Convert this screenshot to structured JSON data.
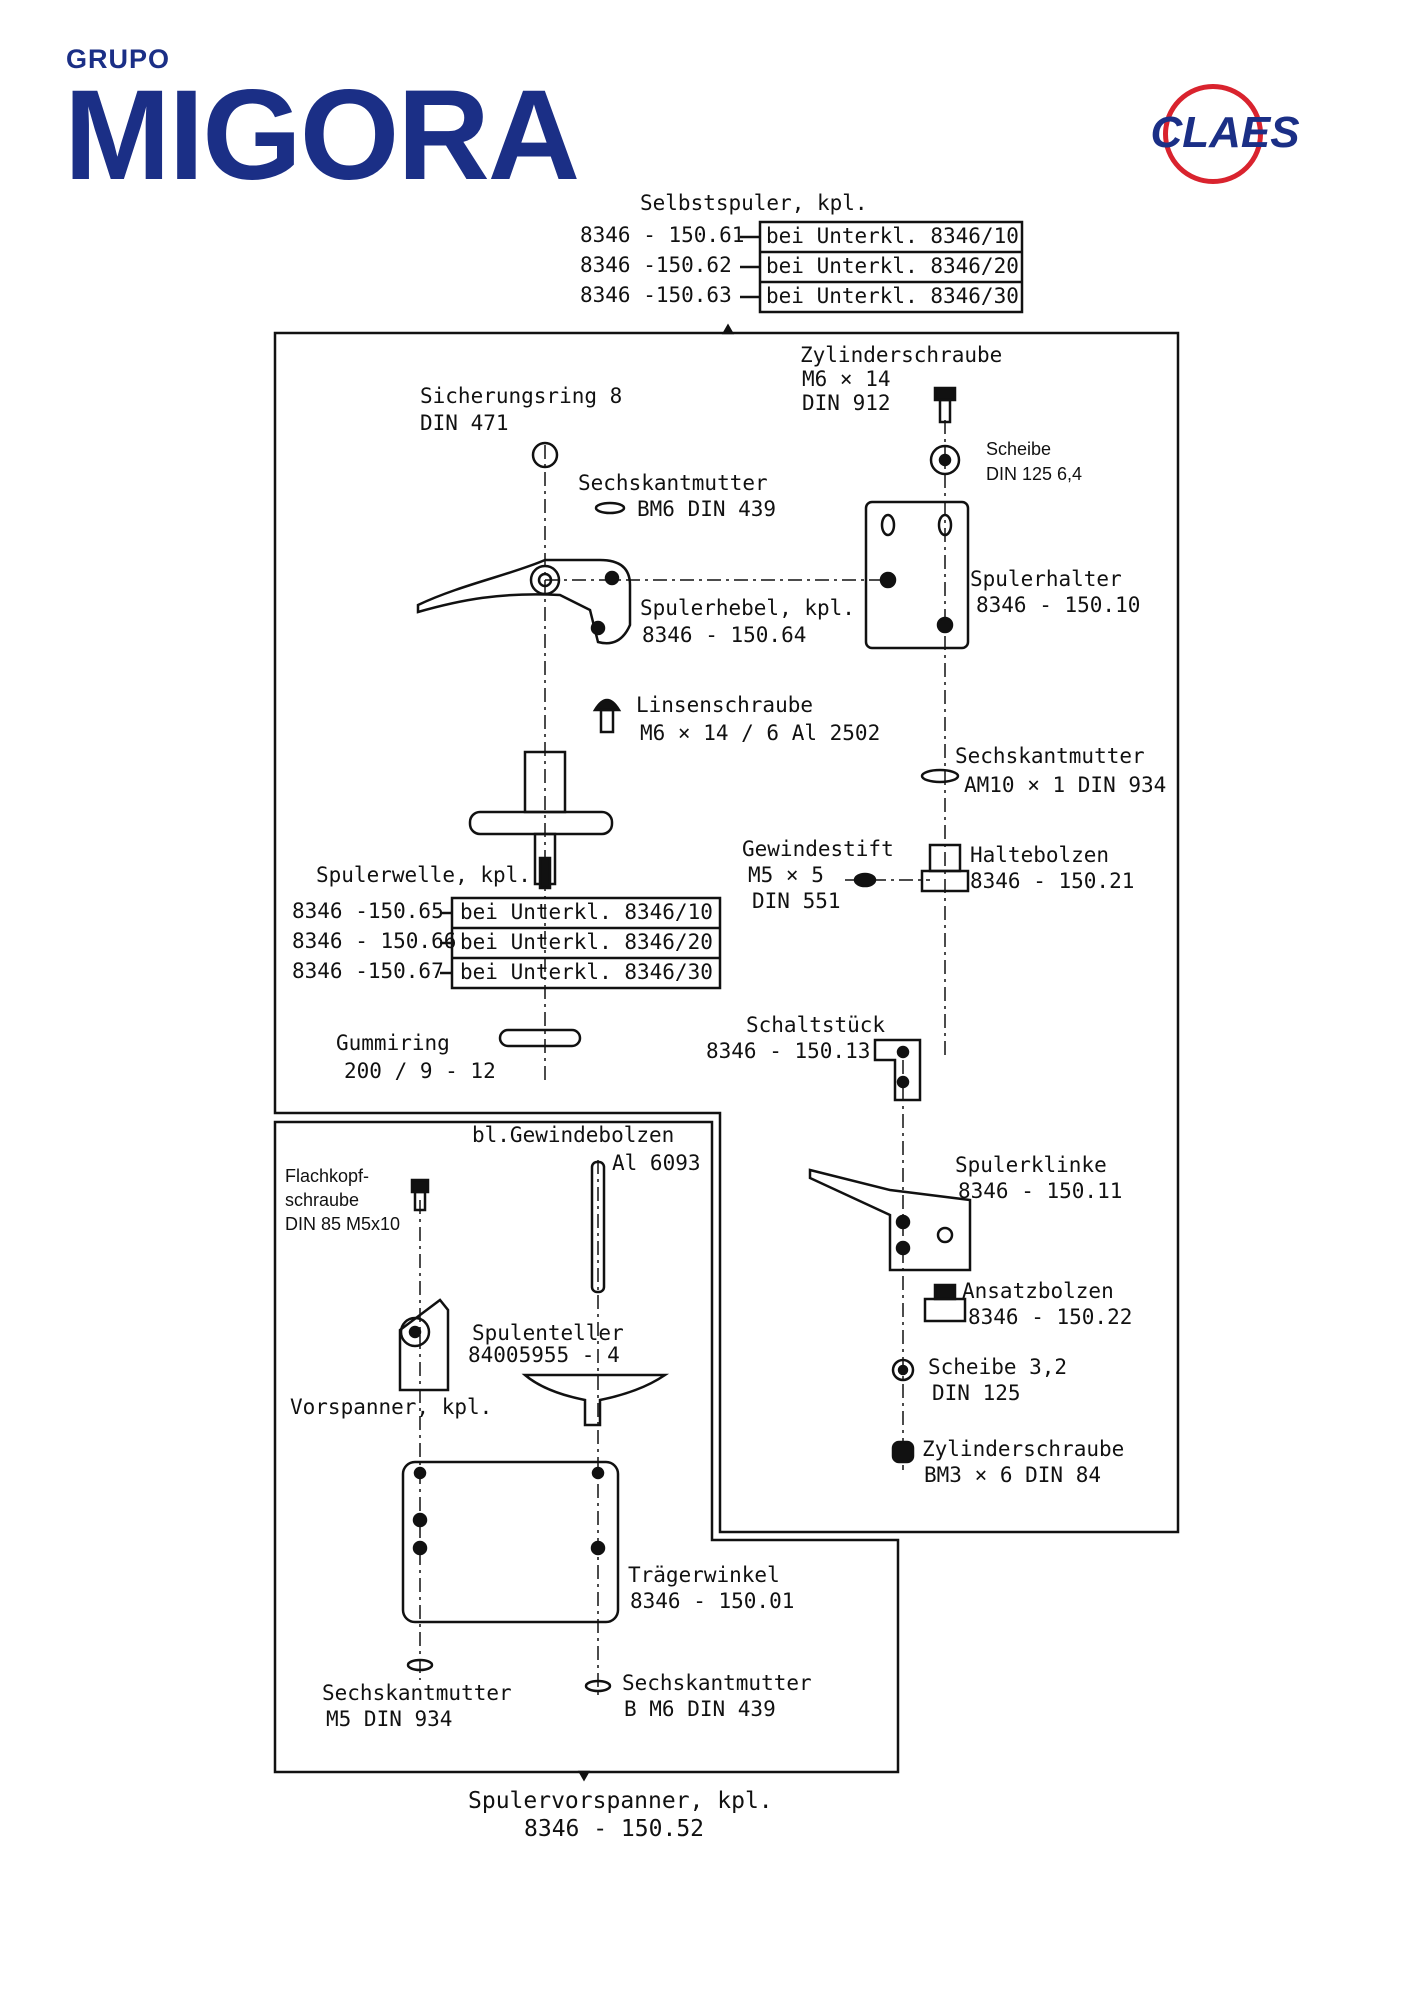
{
  "header": {
    "logo_left_small": "GRUPO",
    "logo_left_main": "MIGORA",
    "logo_right": "CLAES"
  },
  "assembly_top": {
    "title": "Selbstspuler, kpl.",
    "variants": [
      {
        "part": "8346 - 150.61",
        "note": "bei Unterkl. 8346/10"
      },
      {
        "part": "8346 -150.62",
        "note": "bei Unterkl. 8346/20"
      },
      {
        "part": "8346 -150.63",
        "note": "bei Unterkl. 8346/30"
      }
    ]
  },
  "parts": {
    "zylinderschraube_top": {
      "name": "Zylinderschraube",
      "l1": "M6 × 14",
      "l2": "DIN 912"
    },
    "sicherungsring": {
      "name": "Sicherungsring 8",
      "l1": "DIN 471"
    },
    "scheibe_top": {
      "name": "Scheibe",
      "l1": "DIN 125 6,4"
    },
    "sechskantmutter_1": {
      "name": "Sechskantmutter",
      "l1": "BM6  DIN 439"
    },
    "spulerhalter": {
      "name": "Spulerhalter",
      "l1": "8346 - 150.10"
    },
    "spulerhebel": {
      "name": "Spulerhebel, kpl.",
      "l1": "8346 - 150.64"
    },
    "linsenschraube": {
      "name": "Linsenschraube",
      "l1": "M6 × 14 / 6   Al 2502"
    },
    "sechskantmutter_2": {
      "name": "Sechskantmutter",
      "l1": "AM10 × 1  DIN 934"
    },
    "gewindestift": {
      "name": "Gewindestift",
      "l1": "M5 × 5",
      "l2": "DIN 551"
    },
    "haltebolzen": {
      "name": "Haltebolzen",
      "l1": "8346 - 150.21"
    },
    "spulerwelle": {
      "name": "Spulerwelle, kpl.",
      "variants": [
        {
          "part": "8346 -150.65",
          "note": "bei Unterkl. 8346/10"
        },
        {
          "part": "8346 - 150.66",
          "note": "bei Unterkl. 8346/20"
        },
        {
          "part": "8346 -150.67",
          "note": "bei Unterkl. 8346/30"
        }
      ]
    },
    "gummiring": {
      "name": "Gummiring",
      "l1": "200 / 9 - 12"
    },
    "schaltstueck": {
      "name": "Schaltstück",
      "l1": "8346 - 150.13"
    },
    "gewindebolzen": {
      "name": "bl.Gewindebolzen",
      "l1": "Al 6093"
    },
    "flachkopfschraube": {
      "l1": "Flachkopf-",
      "l2": "schraube",
      "l3": "DIN 85 M5x10"
    },
    "spulerklinke": {
      "name": "Spulerklinke",
      "l1": "8346 - 150.11"
    },
    "spulenteller": {
      "name": "Spulenteller",
      "l1": "84005955 - 4"
    },
    "ansatzbolzen": {
      "name": "Ansatzbolzen",
      "l1": "8346 - 150.22"
    },
    "vorspanner": {
      "name": "Vorspanner, kpl."
    },
    "scheibe_small": {
      "name": "Scheibe 3,2",
      "l1": "DIN 125"
    },
    "zylinderschraube_bottom": {
      "name": "Zylinderschraube",
      "l1": "BM3 × 6  DIN 84"
    },
    "traegerwinkel": {
      "name": "Trägerwinkel",
      "l1": "8346 - 150.01"
    },
    "sechskantmutter_3": {
      "name": "Sechskantmutter",
      "l1": "M5  DIN 934"
    },
    "sechskantmutter_4": {
      "name": "Sechskantmutter",
      "l1": "B M6  DIN 439"
    }
  },
  "assembly_bottom": {
    "title": "Spulervorspanner, kpl.",
    "part": "8346 - 150.52"
  },
  "colors": {
    "brand_blue": "#1b2f86",
    "brand_red": "#d9232e",
    "line": "#111111"
  }
}
